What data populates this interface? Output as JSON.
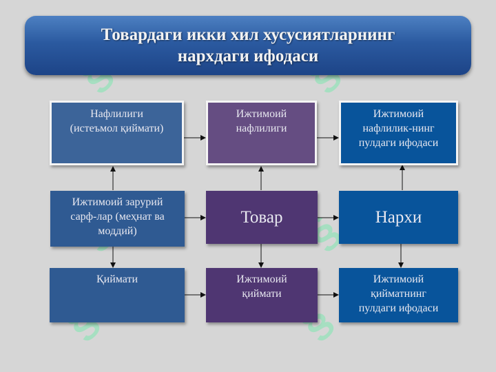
{
  "title": [
    "Товардаги икки хил хусусиятларнинг",
    "нархдаги ифодаси"
  ],
  "boxes": {
    "naflilik": [
      "Нафлилиги",
      "(истеъмол қиймати)"
    ],
    "ijtimoiy_naflilik": [
      "Ижтимоий",
      "нафлилиги"
    ],
    "ijtimoiy_naflilik_pul": [
      "Ижтимоий",
      "нафлилик-нинг",
      "пулдаги ифодаси"
    ],
    "zaruriy_sarf": [
      "Ижтимоий зарурий",
      "сарф-лар (меҳнат ва",
      "моддий)"
    ],
    "tovar": [
      "Товар"
    ],
    "narxi": [
      "Нархи"
    ],
    "qiymati": [
      "Қиймати"
    ],
    "ijtimoiy_qiymat": [
      "Ижтимоий",
      "қиймати"
    ],
    "ijtimoiy_qiymat_pul": [
      "Ижтимоий",
      "қийматнинг",
      "пулдаги ифодаси"
    ]
  },
  "colors": {
    "title_bar": "#2b5aa0",
    "steel_blue": "#3c6499",
    "purple": "#654d82",
    "deep_purple": "#4f3672",
    "navy": "#08549b",
    "background": "#d6d6d6"
  }
}
